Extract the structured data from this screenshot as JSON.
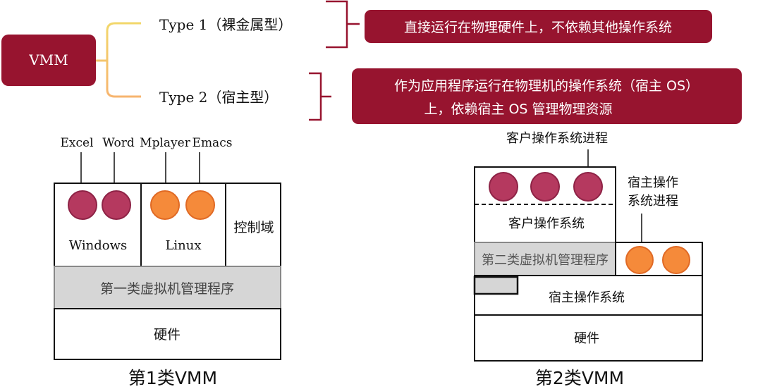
{
  "mindmap": {
    "root": "VMM",
    "type1": {
      "label": "Type 1（裸金属型）",
      "description": "直接运行在物理硬件上，不依赖其他操作系统"
    },
    "type2": {
      "label": "Type 2（宿主型）",
      "description_line1": "作为应用程序运行在物理机的操作系统（宿主 OS）",
      "description_line2": "上，依赖宿主 OS 管理物理资源"
    }
  },
  "diagram1": {
    "apps": [
      "Excel",
      "Word",
      "Mplayer",
      "Emacs"
    ],
    "windows": "Windows",
    "linux": "Linux",
    "control_domain": "控制域",
    "hypervisor": "第一类虚拟机管理程序",
    "hardware": "硬件",
    "caption": "第1类VMM"
  },
  "diagram2": {
    "guest_processes": "客户操作系统进程",
    "guest_os": "客户操作系统",
    "host_processes_line1": "宿主操作",
    "host_processes_line2": "系统进程",
    "hypervisor": "第二类虚拟机管理程序",
    "host_os": "宿主操作系统",
    "hardware": "硬件",
    "caption": "第2类VMM"
  },
  "colors": {
    "brand": "#97142f",
    "guest_process": "#b5395f",
    "host_process": "#f58a3a",
    "hypervisor_fill": "#d6d6d6"
  }
}
